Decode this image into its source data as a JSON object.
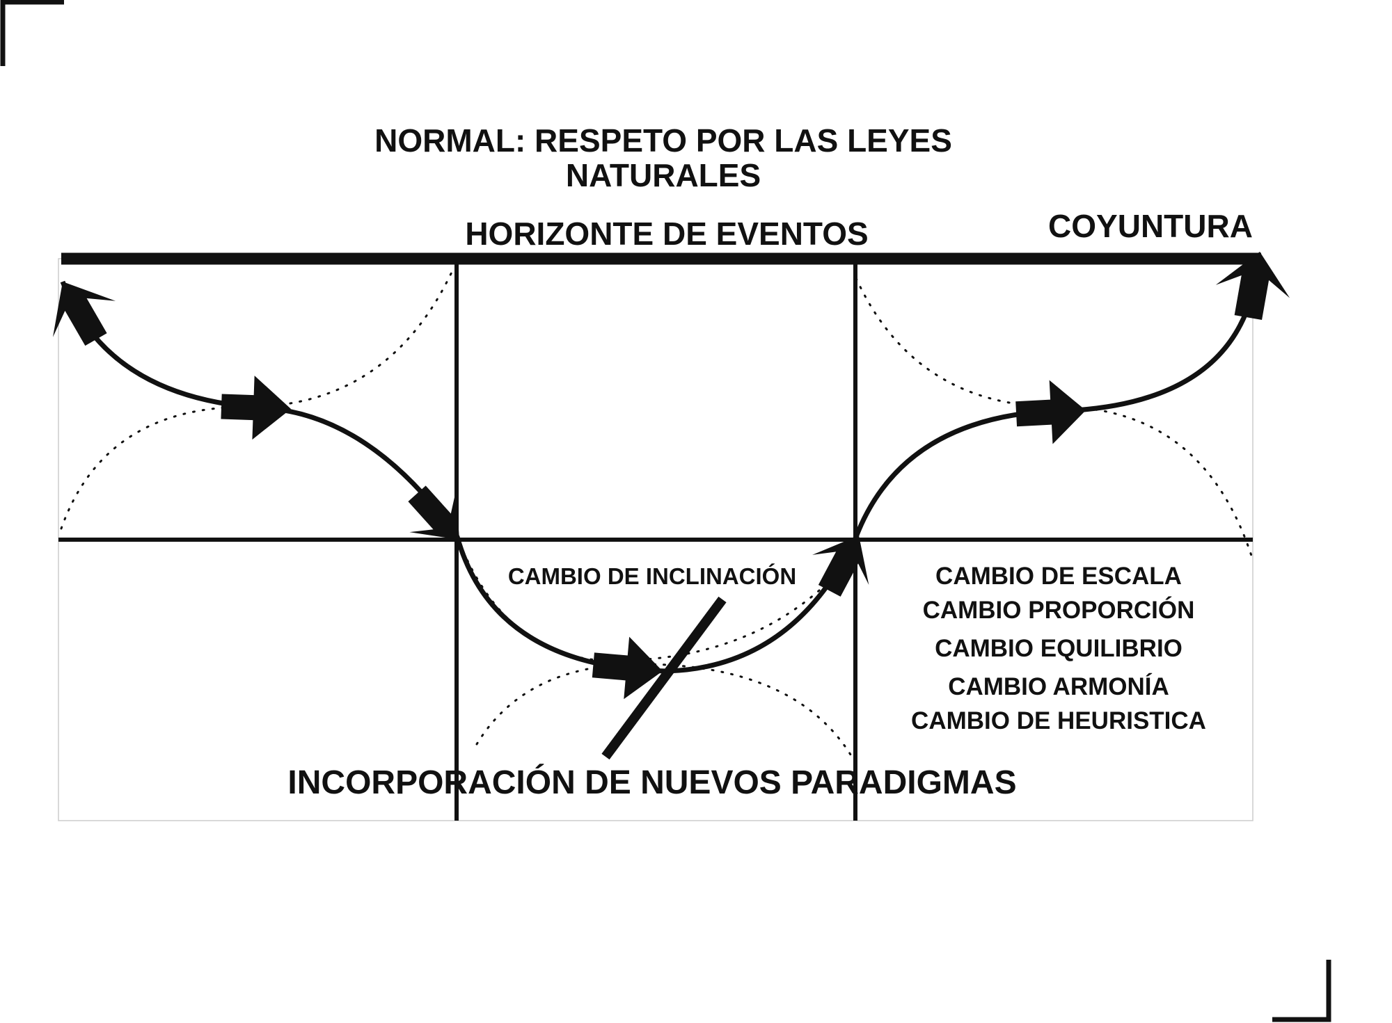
{
  "diagram": {
    "title_line1": "NORMAL: RESPETO POR LAS LEYES",
    "title_line2": "NATURALES",
    "horizon_label": "HORIZONTE DE EVENTOS",
    "coyuntura_label": "COYUNTURA",
    "inclination_label": "CAMBIO DE INCLINACIÓN",
    "changes": [
      "CAMBIO DE ESCALA",
      "CAMBIO PROPORCIÓN",
      "CAMBIO EQUILIBRIO",
      "CAMBIO ARMONÍA",
      "CAMBIO DE HEURISTICA"
    ],
    "paradigms_label": "INCORPORACIÓN DE NUEVOS PARADIGMAS"
  },
  "colors": {
    "ink": "#111111",
    "background": "#ffffff",
    "frame": "#cccccc"
  }
}
